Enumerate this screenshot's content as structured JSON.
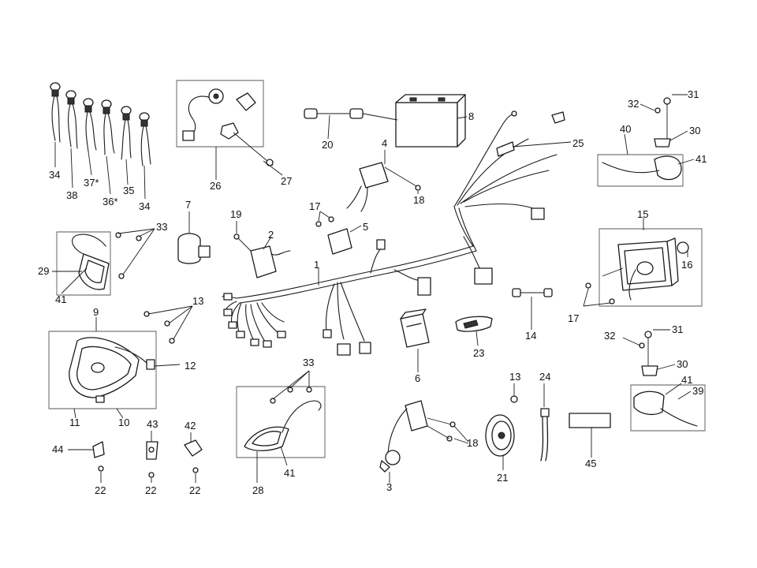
{
  "callouts": [
    {
      "id": "c-34a",
      "label": "34"
    },
    {
      "id": "c-38",
      "label": "38"
    },
    {
      "id": "c-37",
      "label": "37*"
    },
    {
      "id": "c-36",
      "label": "36*"
    },
    {
      "id": "c-35",
      "label": "35"
    },
    {
      "id": "c-34b",
      "label": "34"
    },
    {
      "id": "c-26",
      "label": "26"
    },
    {
      "id": "c-27",
      "label": "27"
    },
    {
      "id": "c-20",
      "label": "20"
    },
    {
      "id": "c-8",
      "label": "8"
    },
    {
      "id": "c-4",
      "label": "4"
    },
    {
      "id": "c-18a",
      "label": "18"
    },
    {
      "id": "c-25",
      "label": "25"
    },
    {
      "id": "c-32a",
      "label": "32"
    },
    {
      "id": "c-31a",
      "label": "31"
    },
    {
      "id": "c-30a",
      "label": "30"
    },
    {
      "id": "c-40",
      "label": "40"
    },
    {
      "id": "c-41a",
      "label": "41"
    },
    {
      "id": "c-7",
      "label": "7"
    },
    {
      "id": "c-19",
      "label": "19"
    },
    {
      "id": "c-2",
      "label": "2"
    },
    {
      "id": "c-17a",
      "label": "17"
    },
    {
      "id": "c-5",
      "label": "5"
    },
    {
      "id": "c-33a",
      "label": "33"
    },
    {
      "id": "c-29",
      "label": "29"
    },
    {
      "id": "c-41b",
      "label": "41"
    },
    {
      "id": "c-1",
      "label": "1"
    },
    {
      "id": "c-15",
      "label": "15"
    },
    {
      "id": "c-16",
      "label": "16"
    },
    {
      "id": "c-17b",
      "label": "17"
    },
    {
      "id": "c-9",
      "label": "9"
    },
    {
      "id": "c-13a",
      "label": "13"
    },
    {
      "id": "c-12",
      "label": "12"
    },
    {
      "id": "c-11",
      "label": "11"
    },
    {
      "id": "c-10",
      "label": "10"
    },
    {
      "id": "c-6",
      "label": "6"
    },
    {
      "id": "c-23",
      "label": "23"
    },
    {
      "id": "c-14",
      "label": "14"
    },
    {
      "id": "c-32b",
      "label": "32"
    },
    {
      "id": "c-31b",
      "label": "31"
    },
    {
      "id": "c-30b",
      "label": "30"
    },
    {
      "id": "c-41c",
      "label": "41"
    },
    {
      "id": "c-39",
      "label": "39"
    },
    {
      "id": "c-33b",
      "label": "33"
    },
    {
      "id": "c-41d",
      "label": "41"
    },
    {
      "id": "c-28",
      "label": "28"
    },
    {
      "id": "c-13b",
      "label": "13"
    },
    {
      "id": "c-24",
      "label": "24"
    },
    {
      "id": "c-18b",
      "label": "18"
    },
    {
      "id": "c-3",
      "label": "3"
    },
    {
      "id": "c-21",
      "label": "21"
    },
    {
      "id": "c-45",
      "label": "45"
    },
    {
      "id": "c-44",
      "label": "44"
    },
    {
      "id": "c-43",
      "label": "43"
    },
    {
      "id": "c-42",
      "label": "42"
    },
    {
      "id": "c-22a",
      "label": "22"
    },
    {
      "id": "c-22b",
      "label": "22"
    },
    {
      "id": "c-22c",
      "label": "22"
    }
  ]
}
